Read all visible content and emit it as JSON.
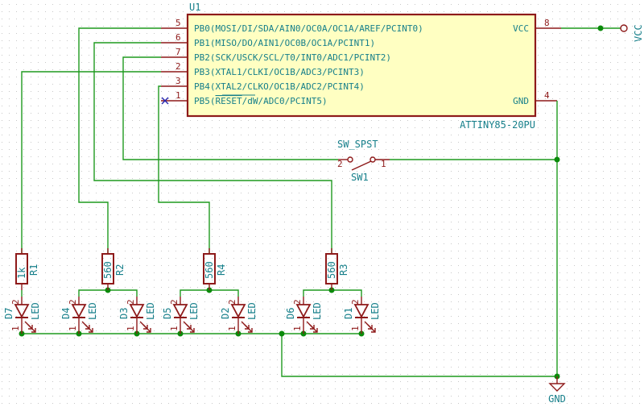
{
  "schematic": {
    "colors": {
      "wire": "#1f9a1f",
      "pin": "#8e1a1a",
      "component_fill": "#ffffc2",
      "text": "#167f8a",
      "no_connect": "#2626b0",
      "junction": "#0b8a0b"
    },
    "ic": {
      "ref": "U1",
      "value": "ATTINY85-20PU",
      "left_pins": [
        {
          "num": "5",
          "name": "PB0(MOSI/DI/SDA/AIN0/OC0A/OC1A/AREF/PCINT0)"
        },
        {
          "num": "6",
          "name": "PB1(MISO/DO/AIN1/OC0B/OC1A/PCINT1)"
        },
        {
          "num": "7",
          "name": "PB2(SCK/USCK/SCL/T0/INT0/ADC1/PCINT2)"
        },
        {
          "num": "2",
          "name": "PB3(XTAL1/CLKI/OC1B/ADC3/PCINT3)"
        },
        {
          "num": "3",
          "name": "PB4(XTAL2/CLKO/OC1B/ADC2/PCINT4)"
        },
        {
          "num": "1",
          "name_prefix": "PB5(",
          "name_overbar": "RESET",
          "name_suffix": "/dW/ADC0/PCINT5)",
          "no_connect": true
        }
      ],
      "right_pins": [
        {
          "num": "8",
          "name": "VCC"
        },
        {
          "num": "4",
          "name": "GND"
        }
      ]
    },
    "power": {
      "vcc_label": "VCC",
      "gnd_label": "GND"
    },
    "switch": {
      "ref": "SW1",
      "value": "SW_SPST",
      "pin_left": "2",
      "pin_right": "1"
    },
    "resistors": [
      {
        "ref": "R1",
        "value": "1k"
      },
      {
        "ref": "R2",
        "value": "560"
      },
      {
        "ref": "R4",
        "value": "560"
      },
      {
        "ref": "R3",
        "value": "560"
      }
    ],
    "leds": [
      {
        "ref": "D7",
        "value": "LED",
        "anode_pin": "2",
        "cathode_pin": "1"
      },
      {
        "ref": "D4",
        "value": "LED",
        "anode_pin": "2",
        "cathode_pin": "1"
      },
      {
        "ref": "D3",
        "value": "LED",
        "anode_pin": "2",
        "cathode_pin": "1"
      },
      {
        "ref": "D5",
        "value": "LED",
        "anode_pin": "2",
        "cathode_pin": "1"
      },
      {
        "ref": "D2",
        "value": "LED",
        "anode_pin": "2",
        "cathode_pin": "1"
      },
      {
        "ref": "D6",
        "value": "LED",
        "anode_pin": "2",
        "cathode_pin": "1"
      },
      {
        "ref": "D1",
        "value": "LED",
        "anode_pin": "2",
        "cathode_pin": "1"
      }
    ],
    "connections": [
      {
        "from": "U1.5 (PB0)",
        "to": "R2"
      },
      {
        "from": "U1.6 (PB1)",
        "to": "R3"
      },
      {
        "from": "U1.7 (PB2)",
        "to": "SW1.2"
      },
      {
        "from": "U1.2 (PB3)",
        "to": "R1"
      },
      {
        "from": "U1.3 (PB4)",
        "to": "R4"
      },
      {
        "from": "U1.8 (VCC)",
        "to": "VCC"
      },
      {
        "from": "U1.4 (GND)",
        "to": "GND"
      },
      {
        "from": "SW1.1",
        "to": "GND"
      },
      {
        "from": "R1",
        "to": "D7"
      },
      {
        "from": "R2",
        "to": "D4, D3"
      },
      {
        "from": "R4",
        "to": "D5, D2"
      },
      {
        "from": "R3",
        "to": "D6, D1"
      },
      {
        "from": "LED cathodes",
        "to": "GND"
      }
    ]
  }
}
